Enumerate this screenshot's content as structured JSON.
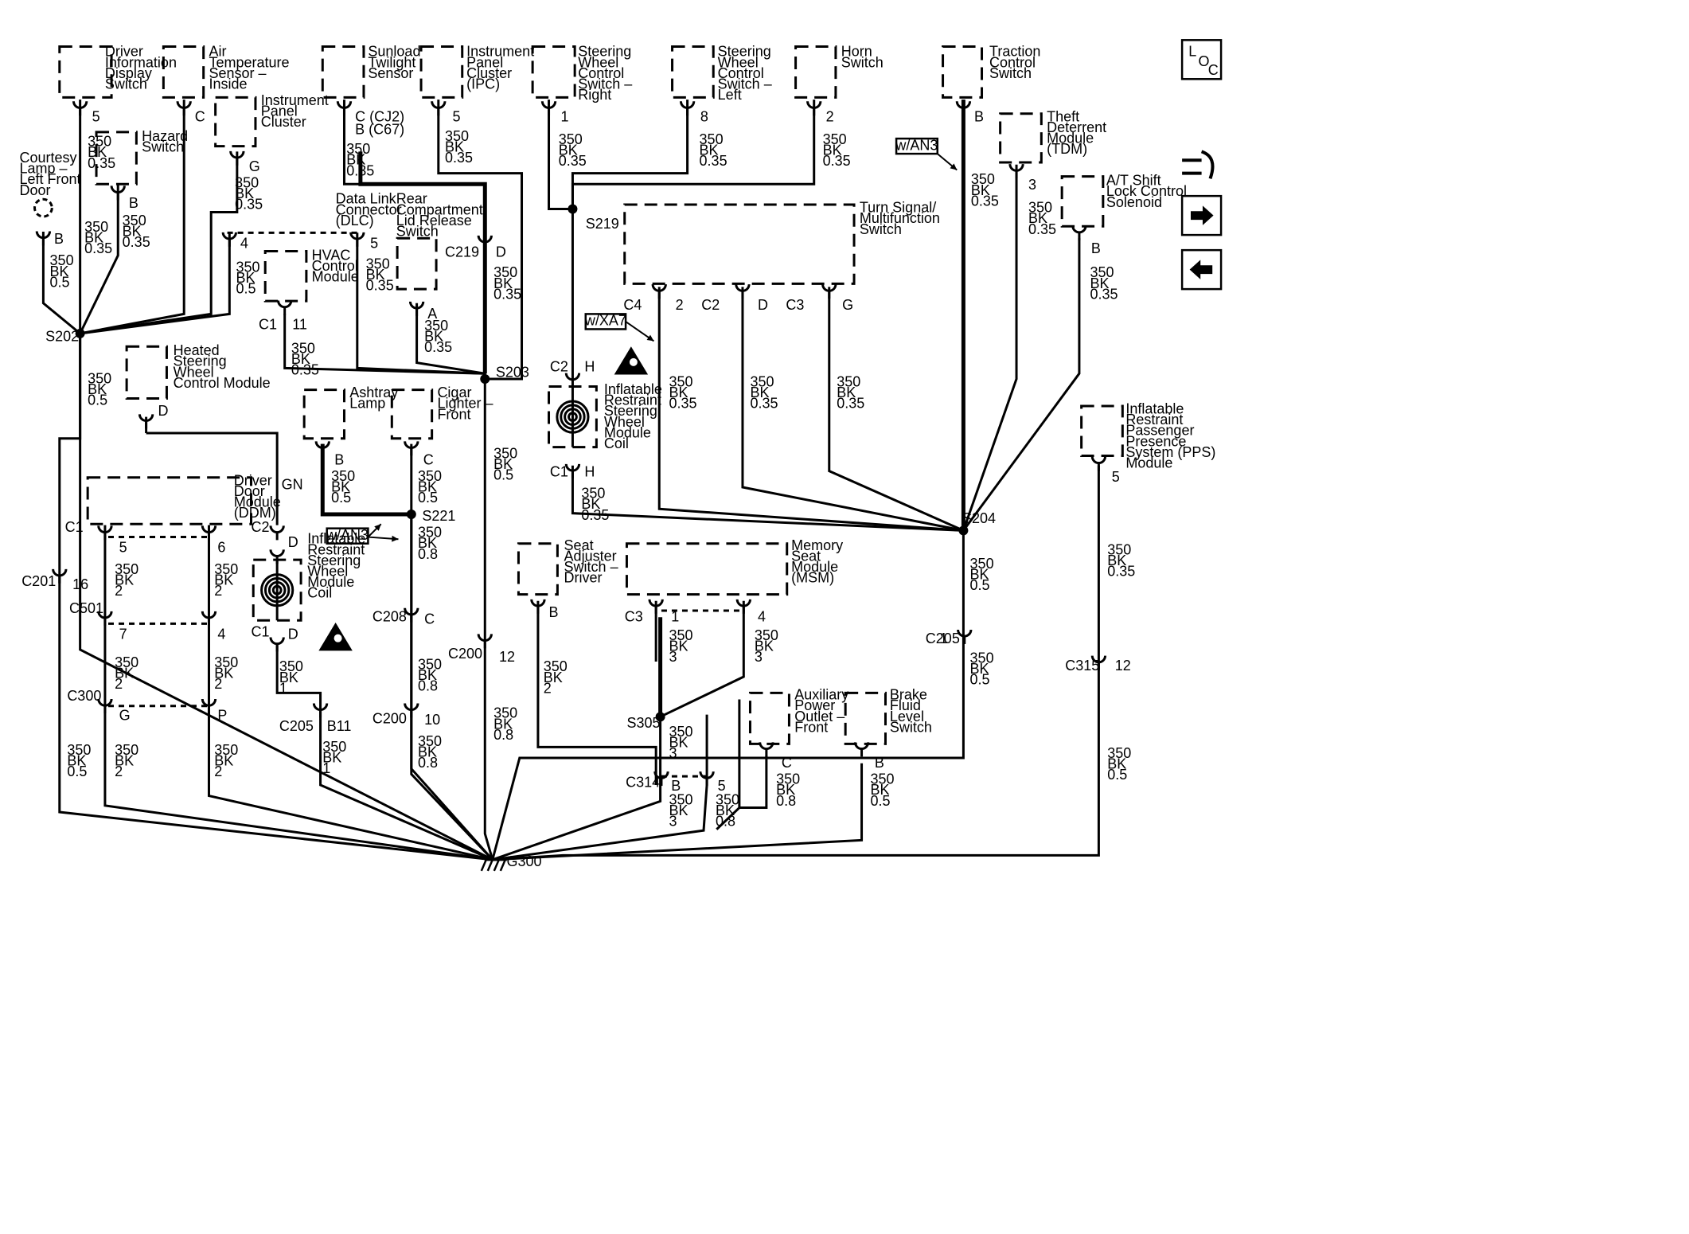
{
  "components": [
    {
      "id": "dids",
      "lines": [
        "Driver",
        "Information",
        "Display",
        "Switch"
      ]
    },
    {
      "id": "ats",
      "lines": [
        "Air",
        "Temperature",
        "Sensor –",
        "Inside"
      ]
    },
    {
      "id": "ipc1",
      "lines": [
        "Instrument",
        "Panel",
        "Cluster"
      ]
    },
    {
      "id": "hazard",
      "lines": [
        "Hazard",
        "Switch"
      ]
    },
    {
      "id": "courtesy",
      "lines": [
        "Courtesy",
        "Lamp –",
        "Left Front",
        "Door"
      ]
    },
    {
      "id": "sunload",
      "lines": [
        "Sunload",
        "Twilight",
        "Sensor"
      ]
    },
    {
      "id": "ipc2",
      "lines": [
        "Instrument",
        "Panel",
        "Cluster",
        "(IPC)"
      ]
    },
    {
      "id": "swcr",
      "lines": [
        "Steering",
        "Wheel",
        "Control",
        "Switch –",
        "Right"
      ]
    },
    {
      "id": "swcl",
      "lines": [
        "Steering",
        "Wheel",
        "Control",
        "Switch –",
        "Left"
      ]
    },
    {
      "id": "horn",
      "lines": [
        "Horn",
        "Switch"
      ]
    },
    {
      "id": "traction",
      "lines": [
        "Traction",
        "Control",
        "Switch"
      ]
    },
    {
      "id": "tdm",
      "lines": [
        "Theft",
        "Deterrent",
        "Module",
        "(TDM)"
      ]
    },
    {
      "id": "atshift",
      "lines": [
        "A/T Shift",
        "Lock Control",
        "Solenoid"
      ]
    },
    {
      "id": "dlc",
      "lines": [
        "Data Link",
        "Connector",
        "(DLC)"
      ]
    },
    {
      "id": "rearlid",
      "lines": [
        "Rear",
        "Compartment",
        "Lid Release",
        "Switch"
      ]
    },
    {
      "id": "hvac",
      "lines": [
        "HVAC",
        "Control",
        "Module"
      ]
    },
    {
      "id": "turnsig",
      "lines": [
        "Turn Signal/",
        "Multifunction",
        "Switch"
      ]
    },
    {
      "id": "hswcm",
      "lines": [
        "Heated",
        "Steering",
        "Wheel",
        "Control Module"
      ]
    },
    {
      "id": "ashtray",
      "lines": [
        "Ashtray",
        "Lamp"
      ]
    },
    {
      "id": "cigar",
      "lines": [
        "Cigar",
        "Lighter –",
        "Front"
      ]
    },
    {
      "id": "coil1",
      "lines": [
        "Inflatable",
        "Restraint",
        "Steering",
        "Wheel",
        "Module",
        "Coil"
      ]
    },
    {
      "id": "coil2",
      "lines": [
        "Inflatable",
        "Restraint",
        "Steering",
        "Wheel",
        "Module",
        "Coil"
      ]
    },
    {
      "id": "ddm",
      "lines": [
        "Driver",
        "Door",
        "Module",
        "(DDM)"
      ]
    },
    {
      "id": "ppsm",
      "lines": [
        "Inflatable",
        "Restraint",
        "Passenger",
        "Presence",
        "System (PPS)",
        "Module"
      ]
    },
    {
      "id": "seatadj",
      "lines": [
        "Seat",
        "Adjuster",
        "Switch –",
        "Driver"
      ]
    },
    {
      "id": "msm",
      "lines": [
        "Memory",
        "Seat",
        "Module",
        "(MSM)"
      ]
    },
    {
      "id": "auxpwr",
      "lines": [
        "Auxiliary",
        "Power",
        "Outlet –",
        "Front"
      ]
    },
    {
      "id": "brake",
      "lines": [
        "Brake",
        "Fluid",
        "Level",
        "Switch"
      ]
    }
  ],
  "splices": [
    "S202",
    "S203",
    "S204",
    "S219",
    "S221",
    "S305"
  ],
  "ground": "G300",
  "option_tags": {
    "an3_a": "w/AN3",
    "an3_b": "w/AN3",
    "xa7": "w/XA7"
  },
  "connectors": [
    "C1",
    "C2",
    "C3",
    "C4",
    "C200",
    "C201",
    "C205",
    "C208",
    "C219",
    "C300",
    "C314",
    "C315",
    "C501"
  ],
  "pins": [
    "5",
    "C",
    "G",
    "B",
    "C (CJ2)",
    "B (C67)",
    "1",
    "8",
    "2",
    "3",
    "4",
    "11",
    "A",
    "D",
    "H",
    "16",
    "6",
    "7",
    "P",
    "B11",
    "10",
    "12"
  ],
  "wire_labels": [
    "350",
    "BK",
    "0.35",
    "0.5",
    "0.8",
    "2",
    "1",
    "3",
    "GN"
  ],
  "loc_icon": {
    "l": "L",
    "o": "O",
    "c": "C"
  }
}
